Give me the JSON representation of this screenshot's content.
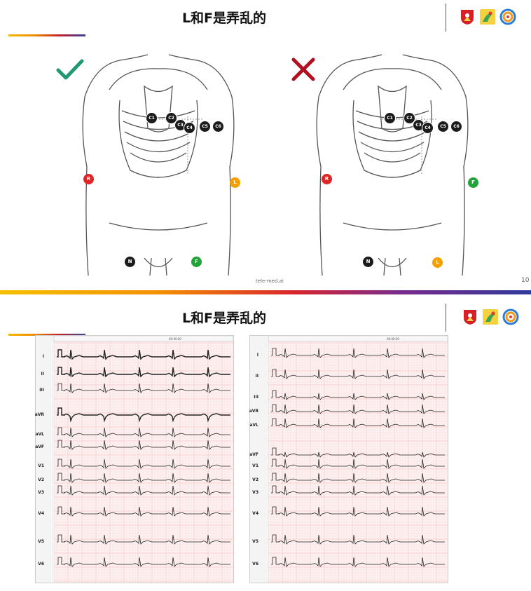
{
  "slides": [
    {
      "title": "L和F是弄乱的",
      "footer": "tele-med.ai",
      "page_number": "10",
      "correct_figure": {
        "status_icon": "check-mark-icon",
        "limb_electrodes": {
          "R": "R",
          "L": "L",
          "N": "N",
          "F": "F"
        },
        "chest_electrodes": [
          "C1",
          "C2",
          "C3",
          "C4",
          "C5",
          "C6"
        ]
      },
      "wrong_figure": {
        "status_icon": "cross-mark-icon",
        "limb_electrodes": {
          "R": "R",
          "L": "F",
          "N": "N",
          "F": "L"
        },
        "chest_electrodes": [
          "C1",
          "C2",
          "C3",
          "C4",
          "C5",
          "C6"
        ]
      },
      "logos": [
        "moscow-coat-of-arms-logo",
        "health-department-logo",
        "telemed-ring-logo"
      ]
    },
    {
      "title": "L和F是弄乱的",
      "logos": [
        "moscow-coat-of-arms-logo",
        "health-department-logo",
        "telemed-ring-logo"
      ],
      "ecg_left": {
        "header_text": "00:00:00",
        "leads": [
          "I",
          "II",
          "III",
          "aVR",
          "aVL",
          "aVF",
          "V1",
          "V2",
          "V3",
          "V4",
          "V5",
          "V6"
        ]
      },
      "ecg_right": {
        "header_text": "00:00:00",
        "leads": [
          "I",
          "II",
          "III",
          "aVR",
          "aVL",
          "aVF",
          "V1",
          "V2",
          "V3",
          "V4",
          "V5",
          "V6"
        ]
      }
    }
  ],
  "colors": {
    "electrode_R": "#e22424",
    "electrode_L": "#f5a000",
    "electrode_F": "#22a33a",
    "electrode_N": "#1b1b1b",
    "check": "#1e9a6e",
    "cross": "#b01020",
    "ecg_grid_major": "#f2b3b3",
    "ecg_grid_minor": "#fae0e0"
  }
}
